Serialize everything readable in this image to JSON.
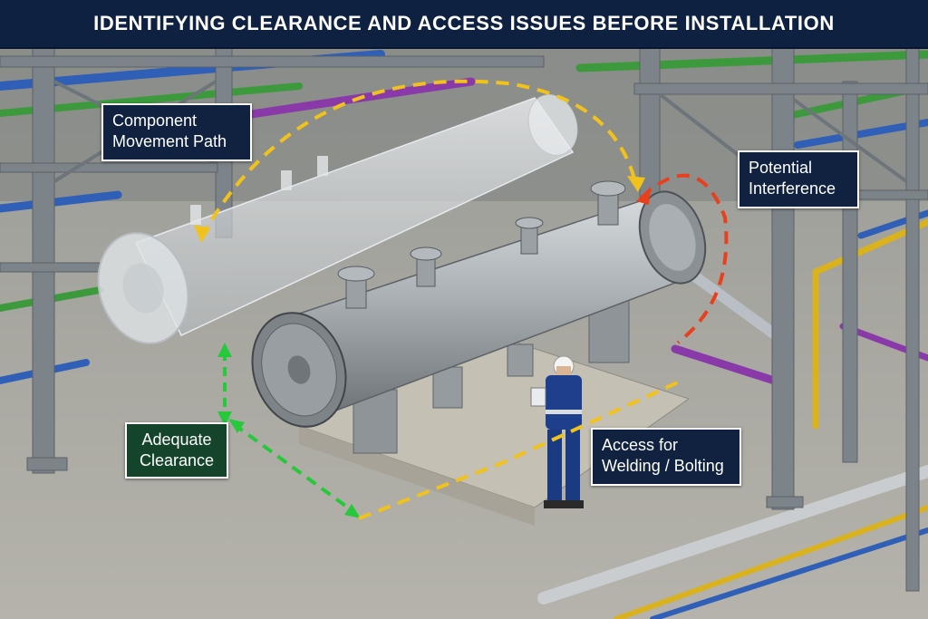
{
  "banner": {
    "title": "IDENTIFYING CLEARANCE AND ACCESS ISSUES BEFORE INSTALLATION"
  },
  "callouts": {
    "movement_path": {
      "line1": "Component",
      "line2": "Movement Path"
    },
    "interference": {
      "line1": "Potential",
      "line2": "Interference"
    },
    "clearance": {
      "line1": "Adequate",
      "line2": "Clearance"
    },
    "access": {
      "line1": "Access for",
      "line2": "Welding / Bolting"
    }
  },
  "colors": {
    "banner": "#0f2140",
    "callout_navy": "#10223f",
    "callout_green": "#14452a",
    "path_yellow": "#f2c21c",
    "interference_red": "#e8401c",
    "clearance_green": "#27c83c",
    "steel_frame": "#7d8489",
    "pipe_blue": "#2f5fb6",
    "pipe_green": "#3c9a3c",
    "pipe_purple": "#8a3aa8",
    "pipe_yellow": "#d9b21e",
    "vessel_grey": "#a7adb1",
    "worker_blue": "#1d3f8c"
  },
  "icons": {
    "worker": "worker-with-hardhat-icon",
    "exchanger": "shell-and-tube-heat-exchanger-icon"
  }
}
